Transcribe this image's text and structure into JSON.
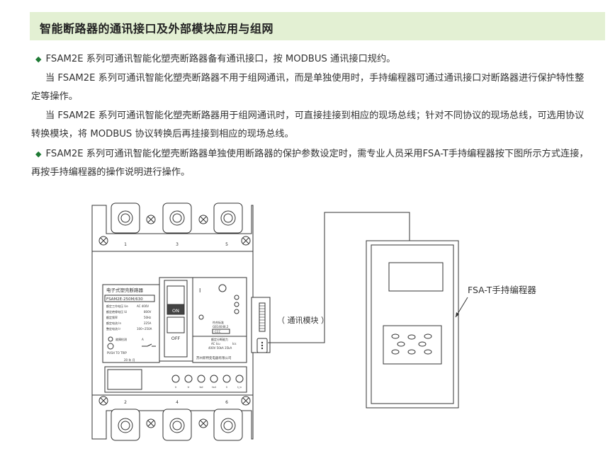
{
  "title": "智能断路器的通讯接口及外部模块应用与组网",
  "paragraphs": [
    {
      "bullet": "◆",
      "text": "FSAM2E 系列可通讯智能化塑壳断路器备有通讯接口，按 MODBUS 通讯接口规约。"
    },
    {
      "indent": true,
      "line1": "当 FSAM2E 系列可通讯智能化塑壳断路器不用于组网通讯，而是单独使用时，手持编程器可通过通讯接口对断路器进行保护特性整",
      "line2": "定等操作。"
    },
    {
      "indent": true,
      "line1": "当 FSAM2E 系列可通讯智能化塑壳断路器用于组网通讯时，可直接挂接到相应的现场总线；针对不同协议的现场总线，可选用协议",
      "line2": "转换模块，将 MODBUS 协议转换后再挂接到相应的现场总线。"
    },
    {
      "bullet": "◆",
      "line1": "FSAM2E 系列可通讯智能化塑壳断路器单独使用断路器的保护参数设定时，需专业人员采用FSA-T手持编程器按下图所示方式连接，",
      "line2": "再按手持编程器的操作说明进行操作。"
    }
  ],
  "diagram": {
    "terminals_top": [
      "1",
      "3",
      "5"
    ],
    "terminals_bottom": [
      "2",
      "4",
      "6"
    ],
    "nameplate": {
      "title": "电子式塑壳断路器",
      "model": "FSAM2E-250M/630",
      "rows": [
        {
          "label": "额定工作电压 Ue",
          "value": "AC 400V"
        },
        {
          "label": "额定绝缘电压 Ui",
          "value": "800V"
        },
        {
          "label": "额定频率",
          "value": "50Hz"
        },
        {
          "label": "额定电流 In",
          "value": "225A"
        },
        {
          "label": "整定电流 Ir",
          "value": "100~250A"
        }
      ],
      "check_label": "故障检测",
      "unit_a": "A",
      "push_to_trip": "PUSH TO TRIP",
      "date": "20  年  月"
    },
    "handle_on": "ON",
    "handle_off": "OFF",
    "center": {
      "mark_i": "I",
      "standard_label": "符合标准",
      "standard": "GB14048.2",
      "ccc": "CCC",
      "breaking_label": "额定分断能力",
      "breaking_left": "AC  Icu",
      "breaking_right": "Ics",
      "breaking_values": "400V 50kA  35kA",
      "manufacturer": "苏州新特变电器有限公司"
    },
    "dial_labels": [
      "Ir",
      "tr",
      "Isd",
      "tsd",
      "Ii",
      "I△n"
    ],
    "comm_module_label": "（ 通讯模块 ）",
    "programmer_label": "FSA-T手持编程器"
  }
}
